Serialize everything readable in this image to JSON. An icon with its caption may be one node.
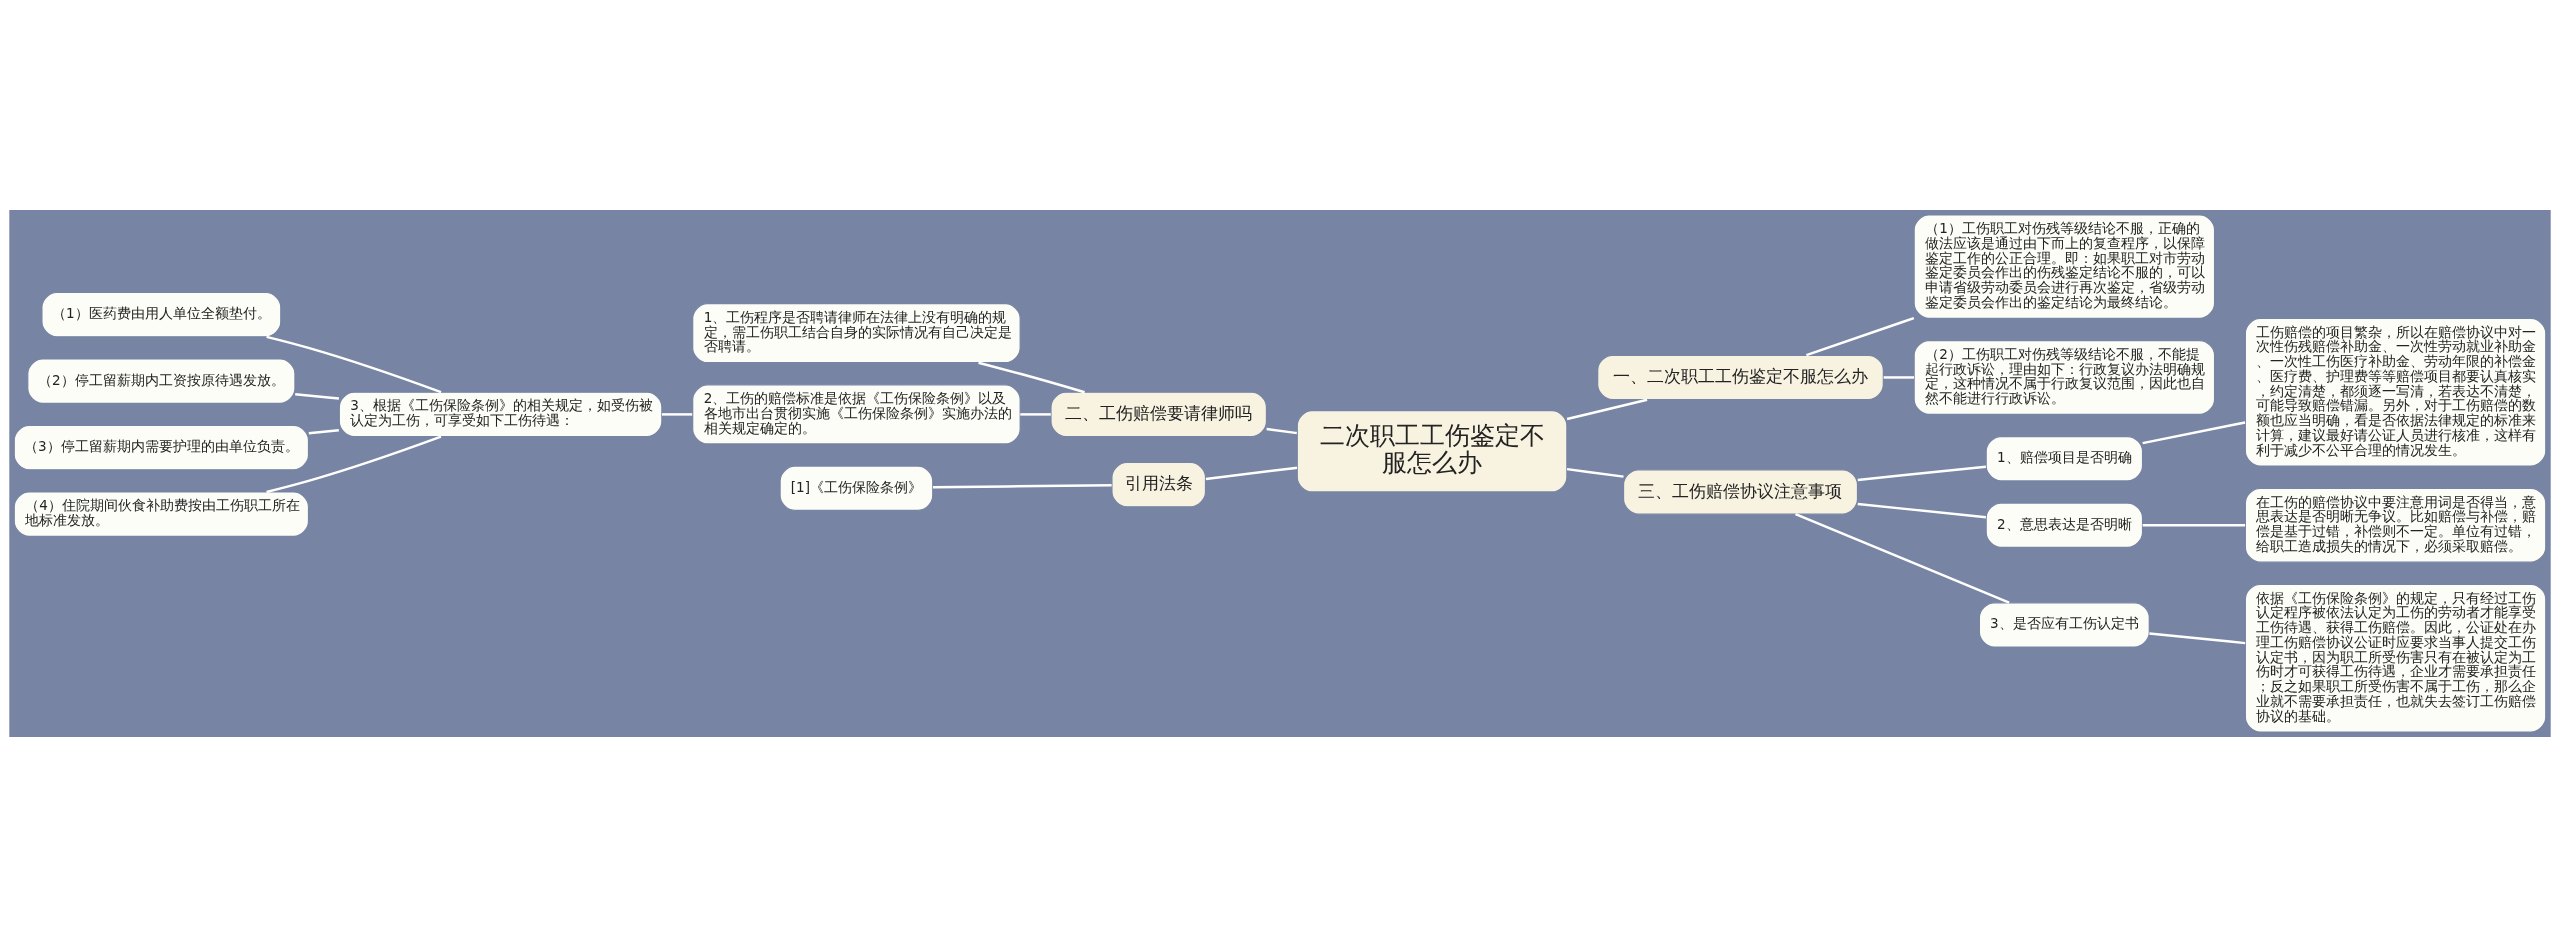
{
  "diagram": {
    "nodes": [
      {
        "text": [
          "二次职工工伤鉴定不服怎么办"
        ]
      },
      {
        "text": [
          "一、二次职工工伤鉴定不服怎么办"
        ]
      },
      {
        "text": [
          "（1）工伤职工对伤残等级结论不服，正确的做法应该是通过由下而上的复查程序，以保障鉴定工作的公正合理。即：如果职工对市劳动鉴定委员会作出的伤残鉴定结论不服的，可以申请省级劳动委员会进行再次鉴定，省级劳动鉴定委员会作出的鉴定结论为最终结论。"
        ]
      },
      {
        "text": [
          "（2）工伤职工对伤残等级结论不服，不能提起行政诉讼，理由如下：行政复议办法明确规定，这种情况不属于行政复议范围，因此也自然不能进行行政诉讼。"
        ]
      },
      {
        "text": [
          "三、工伤赔偿协议注意事项"
        ]
      },
      {
        "text": [
          "1、赔偿项目是否明确"
        ]
      },
      {
        "text": [
          "工伤赔偿的项目繁杂，所以在赔偿协议中对一次性伤残赔偿补助金、一次性劳动就业补助金、一次性工伤医疗补助金、劳动年限的补偿金、医疗费、护理费等等赔偿项目都要认真核实，约定清楚，都须逐一写清，若表达不清楚，可能导致赔偿错漏。另外，对于工伤赔偿的数额也应当明确，看是否依据法律规定的标准来计算，建议最好请公证人员进行核准，这样有利于减少不公平合理的情况发生。"
        ]
      },
      {
        "text": [
          "2、意思表达是否明晰"
        ]
      },
      {
        "text": [
          "在工伤的赔偿协议中要注意用词是否得当，意思表达是否明晰无争议。比如赔偿与补偿，赔偿是基于过错，补偿则不一定。单位有过错，给职工造成损失的情况下，必须采取赔偿。"
        ]
      },
      {
        "text": [
          "3、是否应有工伤认定书"
        ]
      },
      {
        "text": [
          "依据《工伤保险条例》的规定，只有经过工伤认定程序被依法认定为工伤的劳动者才能享受工伤待遇、获得工伤赔偿。因此，公证处在办理工伤赔偿协议公证时应要求当事人提交工伤认定书，因为职工所受伤害只有在被认定为工伤时才可获得工伤待遇，企业才需要承担责任；反之如果职工所受伤害不属于工伤，那么企业就不需要承担责任，也就失去签订工伤赔偿协议的基础。"
        ]
      },
      {
        "text": [
          "二、工伤赔偿要请律师吗"
        ]
      },
      {
        "text": [
          "1、工伤程序是否聘请律师在法律上没有明确的规定，需工伤职工结合自身的实际情况有自己决定是否聘请。"
        ]
      },
      {
        "text": [
          "2、工伤的赔偿标准是依据《工伤保险条例》以及各地市出台贯彻实施《工伤保险条例》实施办法的相关规定确定的。"
        ]
      },
      {
        "text": [
          "3、根据《工伤保险条例》的相关规定，如受伤被认定为工伤，可享受如下工伤待遇："
        ]
      },
      {
        "text": [
          "（1）医药费由用人单位全额垫付。"
        ]
      },
      {
        "text": [
          "（2）停工留薪期内工资按原待遇发放。"
        ]
      },
      {
        "text": [
          "（3）停工留薪期内需要护理的由单位负责。"
        ]
      },
      {
        "text": [
          "（4）住院期间伙食补助费按由工伤职工所在地标准发放。"
        ]
      },
      {
        "text": [
          "引用法条"
        ]
      },
      {
        "text": [
          "[1]《工伤保险条例》"
        ]
      }
    ],
    "edges": [
      {
        "from": 0,
        "to": 1,
        "arrow": "none"
      },
      {
        "from": 1,
        "to": 2,
        "arrow": "none"
      },
      {
        "from": 1,
        "to": 3,
        "arrow": "none"
      },
      {
        "from": 0,
        "to": 4,
        "arrow": "none"
      },
      {
        "from": 4,
        "to": 5,
        "arrow": "none"
      },
      {
        "from": 5,
        "to": 6,
        "arrow": "none"
      },
      {
        "from": 4,
        "to": 7,
        "arrow": "none"
      },
      {
        "from": 7,
        "to": 8,
        "arrow": "none"
      },
      {
        "from": 4,
        "to": 9,
        "arrow": "none"
      },
      {
        "from": 9,
        "to": 10,
        "arrow": "none"
      },
      {
        "from": 11,
        "to": 0,
        "arrow": "none"
      },
      {
        "from": 12,
        "to": 11,
        "arrow": "none"
      },
      {
        "from": 13,
        "to": 11,
        "arrow": "none"
      },
      {
        "from": 14,
        "to": 13,
        "arrow": "none"
      },
      {
        "from": 15,
        "to": 14,
        "arrow": "none"
      },
      {
        "from": 16,
        "to": 14,
        "arrow": "none"
      },
      {
        "from": 17,
        "to": 14,
        "arrow": "none"
      },
      {
        "from": 18,
        "to": 14,
        "arrow": "none"
      },
      {
        "from": 19,
        "to": 0,
        "arrow": "none"
      },
      {
        "from": 20,
        "to": 19,
        "arrow": "none"
      }
    ]
  }
}
